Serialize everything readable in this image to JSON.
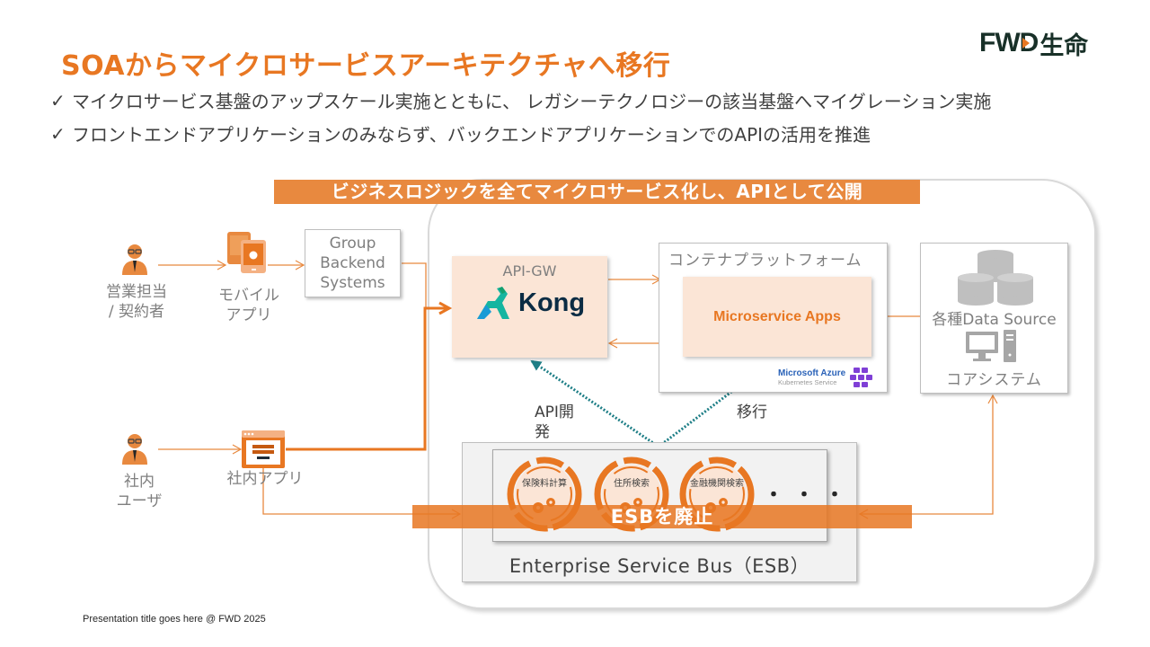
{
  "header": {
    "title": "SOAからマイクロサービスアーキテクチャへ移行",
    "logo_brand": "FWD",
    "logo_suffix": "生命"
  },
  "bullets": [
    {
      "icon": "check-icon",
      "glyph": "✓",
      "text": "マイクロサービス基盤のアップスケール実施とともに、 レガシーテクノロジーの該当基盤へマイグレーション実施"
    },
    {
      "icon": "check-icon",
      "glyph": "✓",
      "text": "フロントエンドアプリケーションのみならず、バックエンドアプリケーションでのAPIの活用を推進"
    }
  ],
  "diagram": {
    "banner": "ビジネスロジックを全てマイクロサービス化し、APIとして公開",
    "actors": {
      "sales": {
        "label_line1": "営業担当",
        "label_line2": "/ 契約者",
        "icon": "person-icon"
      },
      "internal_user": {
        "label_line1": "社内",
        "label_line2": "ユーザ",
        "icon": "person-icon"
      }
    },
    "apps": {
      "mobile": {
        "label_line1": "モバイル",
        "label_line2": "アプリ",
        "icon": "mobile-app-icon"
      },
      "internal": {
        "label": "社内アプリ",
        "icon": "web-app-icon"
      }
    },
    "group_backend": {
      "line1": "Group",
      "line2": "Backend",
      "line3": "Systems"
    },
    "api_gw": {
      "label": "API-GW",
      "product": "Kong"
    },
    "container_platform": {
      "label": "コンテナプラットフォーム",
      "apps_label": "Microservice Apps",
      "provider_line1": "Microsoft Azure",
      "provider_line2": "Kubernetes Service"
    },
    "data_sources": {
      "label": "各種Data Source",
      "core_label": "コアシステム"
    },
    "notes": {
      "api_dev_line1": "API開",
      "api_dev_line2": "発",
      "migration": "移行"
    },
    "esb": {
      "label": "Enterprise Service Bus（ESB）",
      "services": [
        "保険料計算",
        "住所検索",
        "金融機関検索"
      ],
      "more": "・・・",
      "abolish_label": "ESBを廃止"
    }
  },
  "colors": {
    "accent_orange": "#e87722",
    "banner_orange": "#e8893f",
    "light_orange": "#fbe5d6",
    "teal_dotted": "#1f7f87",
    "logo_dark": "#183028",
    "kong_teal": "#15b5a0",
    "kong_navy": "#0b2c44",
    "azure_purple": "#7f3fd6"
  },
  "footer": {
    "text": "Presentation title goes here @ FWD 2025"
  }
}
